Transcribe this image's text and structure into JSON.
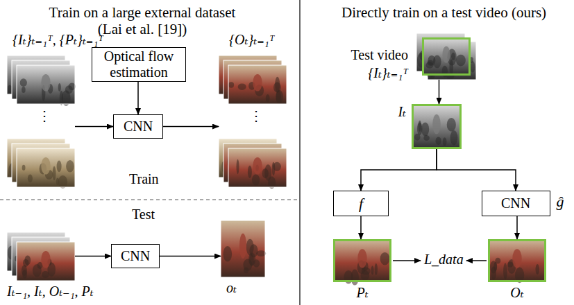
{
  "diagram": {
    "nodes": [
      {
        "text": [
          "{Iₜ}ₜ₌₁ᵀ, {Pₜ}ₜ₌₁ᵀ"
        ]
      },
      {
        "text": [
          "Optical flow estimation"
        ]
      },
      {
        "text": [
          "CNN"
        ]
      },
      {
        "text": [
          "{Oₜ}ₜ₌₁ᵀ"
        ]
      },
      {
        "text": [
          "Iₜ₋₁, Iₜ, Oₜ₋₁, Pₜ"
        ]
      },
      {
        "text": [
          "CNN"
        ]
      },
      {
        "text": [
          "oₜ"
        ]
      },
      {
        "text": [
          "Test video",
          "{Iₜ}ₜ₌₁ᵀ"
        ]
      },
      {
        "text": [
          "Iₜ"
        ]
      },
      {
        "text": [
          "f"
        ]
      },
      {
        "text": [
          "CNN",
          "ĝ"
        ]
      },
      {
        "text": [
          "Pₜ"
        ]
      },
      {
        "text": [
          "Oₜ"
        ]
      }
    ],
    "edges": [
      {
        "from": 0,
        "to": 2,
        "arrow": "to"
      },
      {
        "from": 1,
        "to": 2,
        "arrow": "to"
      },
      {
        "from": 2,
        "to": 3,
        "arrow": "to"
      },
      {
        "from": 4,
        "to": 5,
        "arrow": "to"
      },
      {
        "from": 5,
        "to": 6,
        "arrow": "to"
      },
      {
        "from": 7,
        "to": 8,
        "arrow": "to"
      },
      {
        "from": 8,
        "to": 9,
        "arrow": "to"
      },
      {
        "from": 8,
        "to": 10,
        "arrow": "to"
      },
      {
        "from": 9,
        "to": 11,
        "arrow": "to"
      },
      {
        "from": 10,
        "to": 12,
        "arrow": "to"
      }
    ],
    "labels": [
      "Train on a large external dataset (Lai et al. [19])",
      "⋮",
      "⋮",
      "Train",
      "Test",
      "Directly train on a test video (ours)",
      "L_data"
    ]
  }
}
